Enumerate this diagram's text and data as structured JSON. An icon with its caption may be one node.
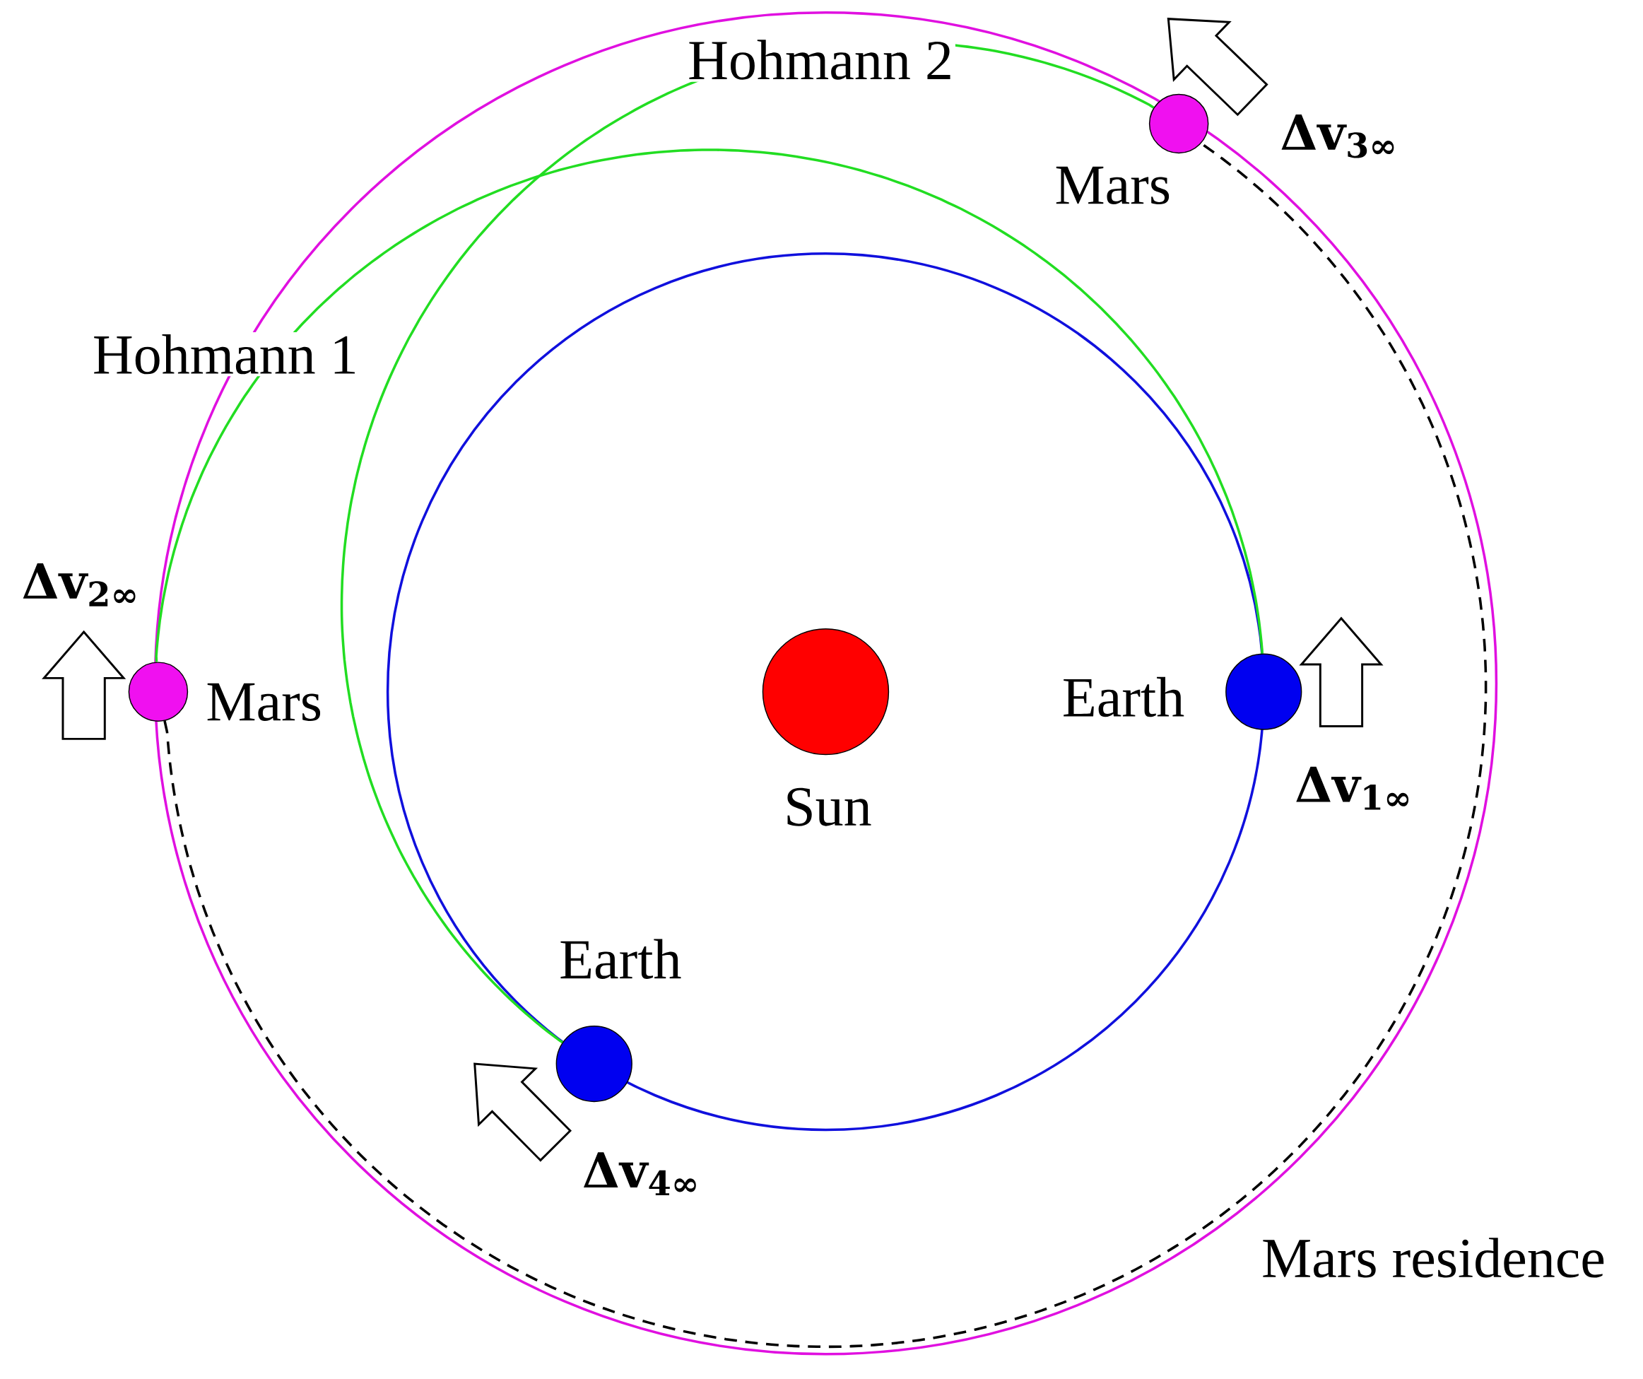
{
  "diagram": {
    "nodes": [
      {
        "text": [],
        "shape": "circle",
        "beside": [
          "Sun"
        ]
      },
      {
        "text": [],
        "shape": "circle",
        "beside": [
          "Earth",
          "Δv$_{1∞}$"
        ]
      },
      {
        "text": [],
        "shape": "circle",
        "beside": [
          "Mars",
          "Δv$_{2∞}$"
        ]
      },
      {
        "text": [],
        "shape": "circle",
        "beside": [
          "Mars",
          "Δv$_{3∞}$"
        ]
      },
      {
        "text": [],
        "shape": "circle",
        "beside": [
          "Earth",
          "Δv$_{4∞}$"
        ]
      }
    ],
    "edges": [
      {
        "from": 1,
        "to": 2,
        "arrow": "none",
        "label": "Hohmann 1",
        "color": "#22dd22"
      },
      {
        "from": 4,
        "to": 3,
        "arrow": "none",
        "label": "Hohmann 2",
        "color": "#22dd22"
      },
      {
        "from": 2,
        "to": 3,
        "arrow": "none",
        "label": "Mars residence",
        "style": "dashed",
        "color": "#000000"
      }
    ]
  }
}
